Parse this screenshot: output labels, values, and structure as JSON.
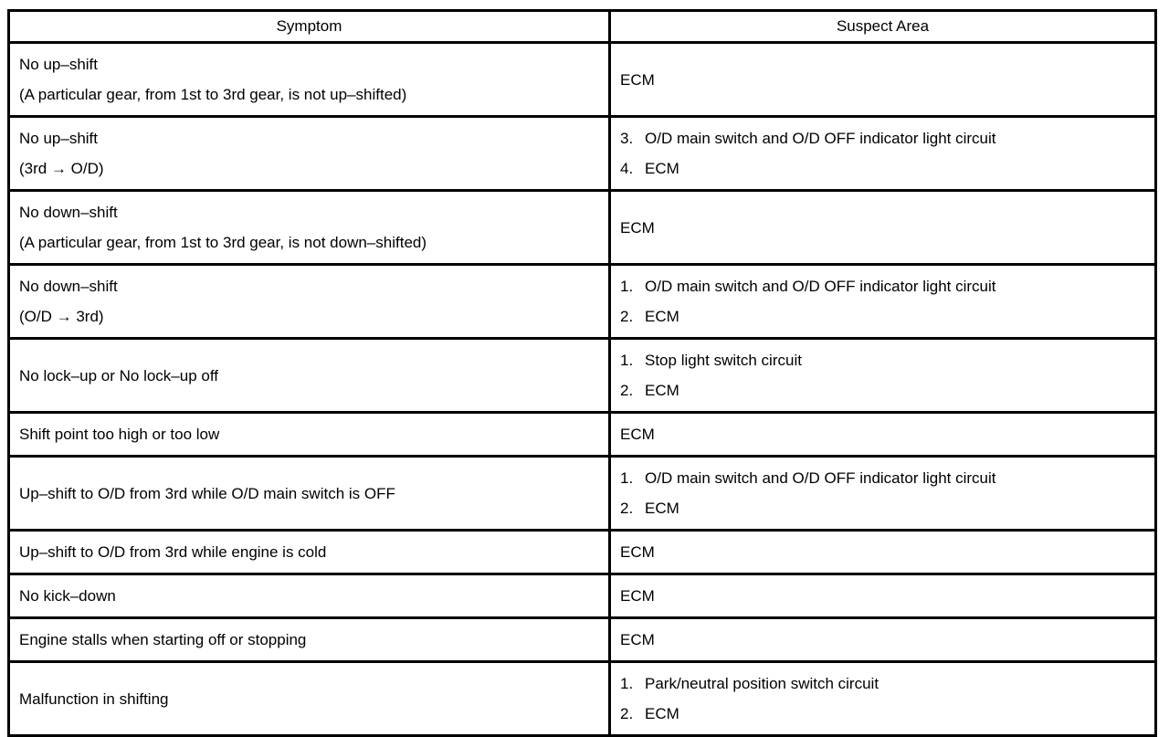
{
  "page": {
    "background_color": "#ffffff",
    "text_color": "#000000",
    "border_color": "#000000"
  },
  "table": {
    "columns": [
      {
        "label": "Symptom"
      },
      {
        "label": "Suspect Area"
      }
    ],
    "rows": [
      {
        "symptom_lines": [
          "No up–shift",
          "(A particular gear, from 1st to 3rd gear, is not up–shifted)"
        ],
        "suspect_items": [
          {
            "num": "",
            "text": "ECM"
          }
        ]
      },
      {
        "symptom_lines": [
          "No up–shift",
          "(3rd → O/D)"
        ],
        "suspect_items": [
          {
            "num": "3.",
            "text": "O/D main switch and O/D OFF indicator light circuit"
          },
          {
            "num": "4.",
            "text": "ECM"
          }
        ]
      },
      {
        "symptom_lines": [
          "No down–shift",
          "(A particular gear, from 1st to 3rd gear, is not down–shifted)"
        ],
        "suspect_items": [
          {
            "num": "",
            "text": "ECM"
          }
        ]
      },
      {
        "symptom_lines": [
          "No down–shift",
          "(O/D → 3rd)"
        ],
        "suspect_items": [
          {
            "num": "1.",
            "text": "O/D main switch and O/D OFF indicator light circuit"
          },
          {
            "num": "2.",
            "text": "ECM"
          }
        ]
      },
      {
        "symptom_lines": [
          "No lock–up or No lock–up off"
        ],
        "suspect_items": [
          {
            "num": "1.",
            "text": "Stop light switch circuit"
          },
          {
            "num": "2.",
            "text": "ECM"
          }
        ]
      },
      {
        "symptom_lines": [
          "Shift point too high or too low"
        ],
        "suspect_items": [
          {
            "num": "",
            "text": "ECM"
          }
        ]
      },
      {
        "symptom_lines": [
          "Up–shift to O/D from 3rd while O/D main switch is OFF"
        ],
        "suspect_items": [
          {
            "num": "1.",
            "text": "O/D main switch and O/D OFF indicator light circuit"
          },
          {
            "num": "2.",
            "text": "ECM"
          }
        ]
      },
      {
        "symptom_lines": [
          "Up–shift to O/D from 3rd while engine is cold"
        ],
        "suspect_items": [
          {
            "num": "",
            "text": "ECM"
          }
        ]
      },
      {
        "symptom_lines": [
          "No kick–down"
        ],
        "suspect_items": [
          {
            "num": "",
            "text": "ECM"
          }
        ]
      },
      {
        "symptom_lines": [
          "Engine stalls when starting off or stopping"
        ],
        "suspect_items": [
          {
            "num": "",
            "text": "ECM"
          }
        ]
      },
      {
        "symptom_lines": [
          "Malfunction in shifting"
        ],
        "suspect_items": [
          {
            "num": "1.",
            "text": "Park/neutral position switch circuit"
          },
          {
            "num": "2.",
            "text": "ECM"
          }
        ]
      }
    ]
  }
}
